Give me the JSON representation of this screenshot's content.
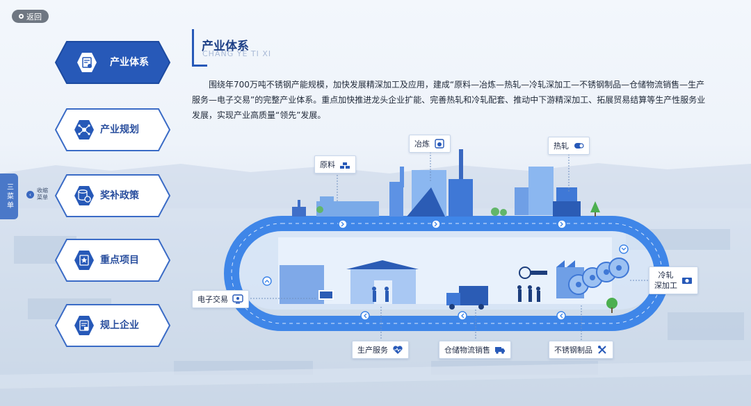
{
  "back_label": "返回",
  "menu": [
    {
      "label": "产业体系",
      "icon": "document-star-icon",
      "active": true
    },
    {
      "label": "产业规划",
      "icon": "network-hub-icon",
      "active": false
    },
    {
      "label": "奖补政策",
      "icon": "coin-stack-icon",
      "active": false
    },
    {
      "label": "重点项目",
      "icon": "star-document-icon",
      "active": false
    },
    {
      "label": "规上企业",
      "icon": "enterprise-document-icon",
      "active": false
    }
  ],
  "side_tab_label": "三菜单",
  "collapse_label": "收缩菜单",
  "section": {
    "title": "产业体系",
    "subtitle": "CHANG YE TI XI",
    "description": "围绕年700万吨不锈钢产能规模，加快发展精深加工及应用，建成“原料—冶炼—热轧—冷轧深加工—不锈钢制品—仓储物流销售—生产服务—电子交易”的完整产业体系。重点加快推进龙头企业扩能、完善热轧和冷轧配套、推动中下游精深加工、拓展贸易结算等生产性服务业发展，实现产业高质量“领先”发展。"
  },
  "chain": {
    "raw": {
      "label": "原料",
      "icon": "gold-bars-icon"
    },
    "smelt": {
      "label": "冶炼",
      "icon": "furnace-icon"
    },
    "hot": {
      "label": "热轧",
      "icon": "steel-coil-icon"
    },
    "cold": {
      "label": "冷轧深加工",
      "line1": "冷轧",
      "line2": "深加工",
      "icon": "roll-icon"
    },
    "products": {
      "label": "不锈钢制品",
      "icon": "cutlery-icon"
    },
    "logistics": {
      "label": "仓储物流销售",
      "icon": "truck-icon"
    },
    "service": {
      "label": "生产服务",
      "icon": "heart-pulse-icon"
    },
    "trade": {
      "label": "电子交易",
      "icon": "monitor-icon"
    }
  },
  "colors": {
    "primary": "#2759b8",
    "track": "#3f86e8",
    "accent": "#2a4f9e",
    "ground": "#dbe9fb"
  }
}
